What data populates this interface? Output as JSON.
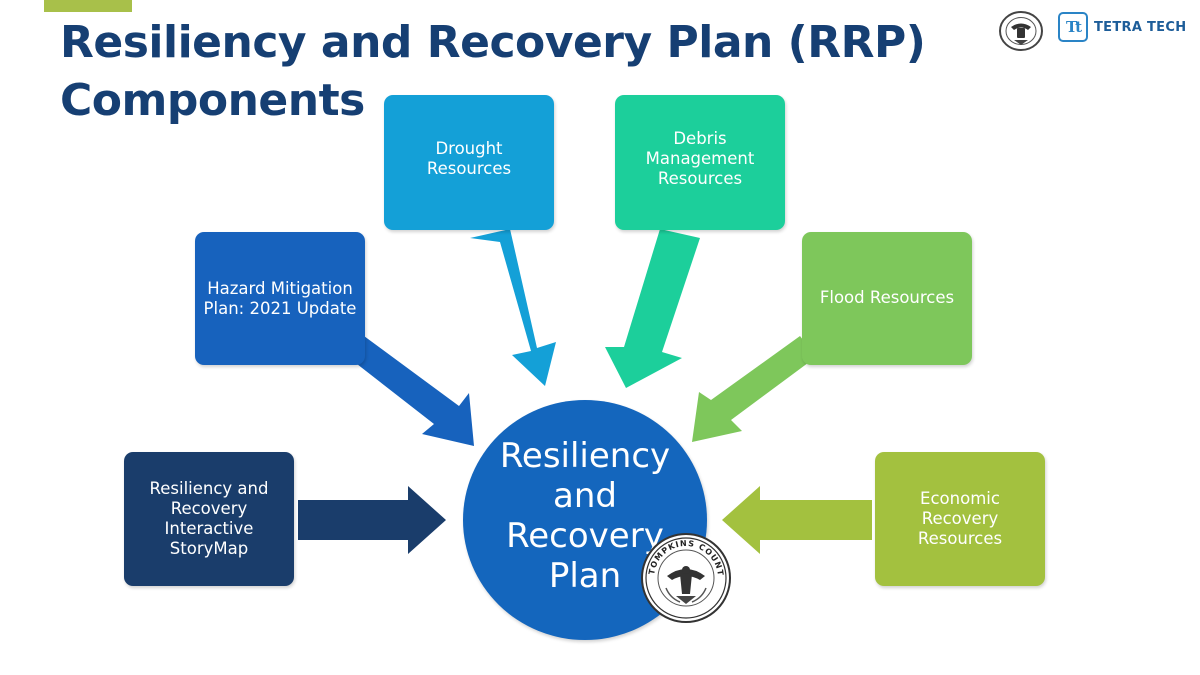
{
  "title": {
    "line1": "Resiliency and Recovery Plan (RRP)",
    "line2": "Components"
  },
  "logos": {
    "county_seal_top": "county-seal",
    "company_mark": "Tt",
    "company_name": "TETRA TECH",
    "center_seal_text": "TOMPKINS COUNTY"
  },
  "center": {
    "label": "Resiliency\nand\nRecovery\nPlan",
    "color": "#1466bd"
  },
  "components": [
    {
      "label": "Resiliency and\nRecovery\nInteractive\nStoryMap",
      "color": "#1a3d6b"
    },
    {
      "label": "Hazard Mitigation\nPlan: 2021 Update",
      "color": "#1762bd"
    },
    {
      "label": "Drought\nResources",
      "color": "#14a0d7"
    },
    {
      "label": "Debris\nManagement\nResources",
      "color": "#1ccf9b"
    },
    {
      "label": "Flood Resources",
      "color": "#7ec75b"
    },
    {
      "label": "Economic\nRecovery\nResources",
      "color": "#a3c13f"
    }
  ],
  "colors": {
    "title": "#163f73",
    "accent_bar": "#a8c04a"
  }
}
